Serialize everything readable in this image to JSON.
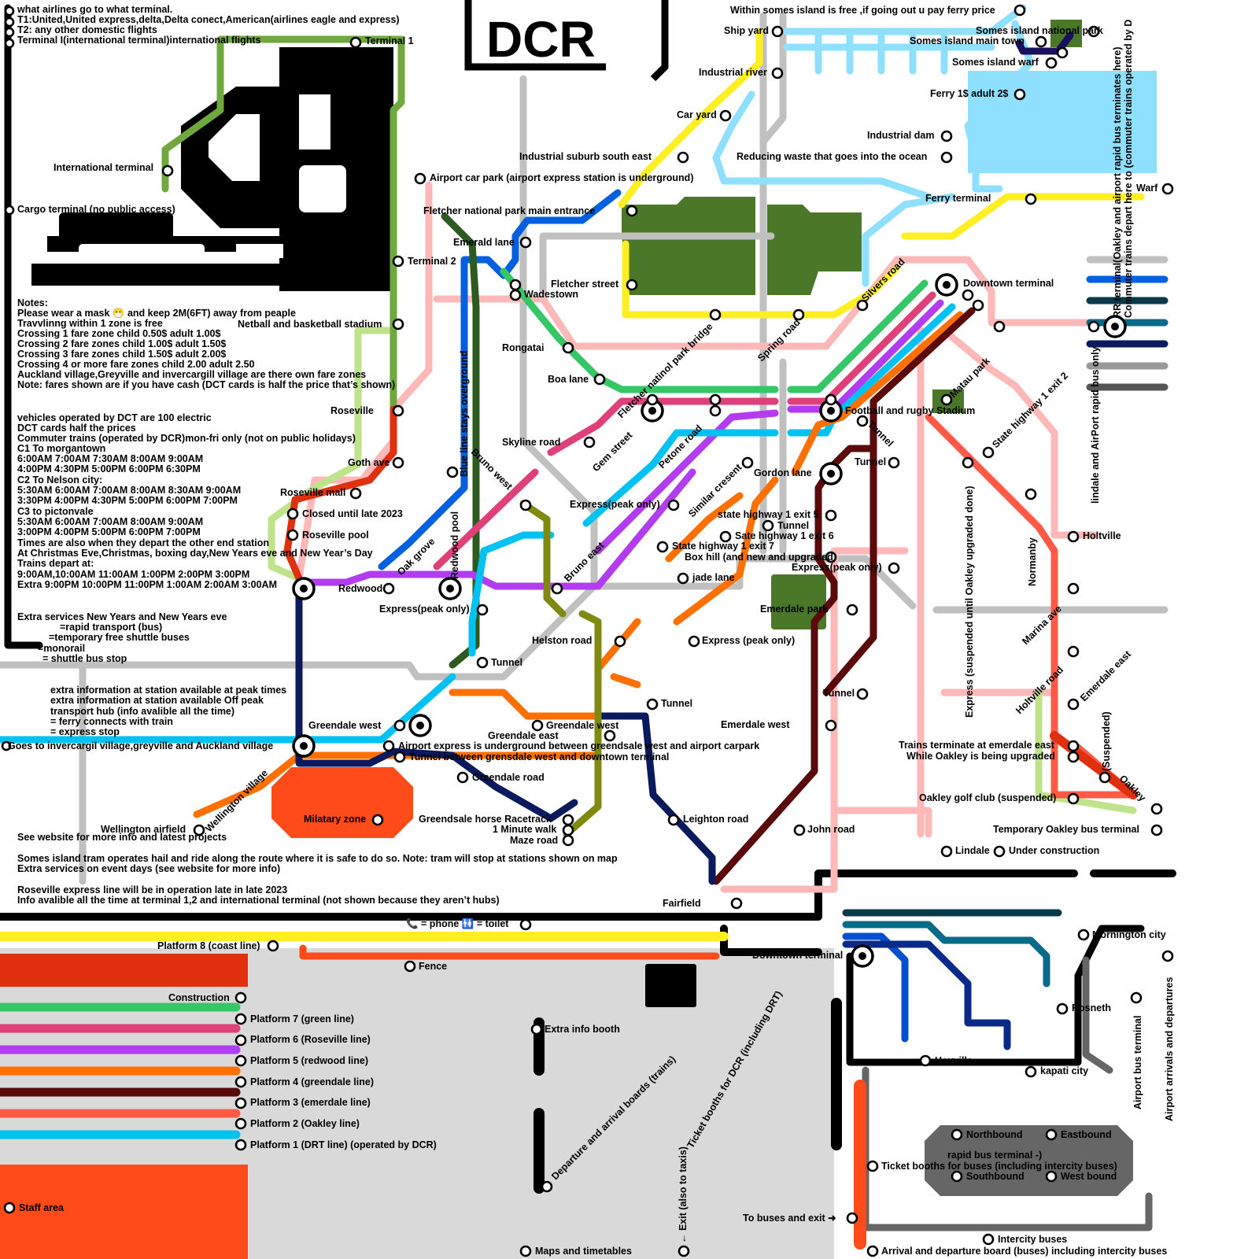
{
  "logo": {
    "text": "DCR",
    "colors": [
      "#000000",
      "#000000",
      "#ff4a26"
    ]
  },
  "colors": {
    "green_line": "#35c665",
    "roseville_line": "#e0407a",
    "redwood_line": "#b23cf0",
    "greendale_line": "#ff7000",
    "emerdale_line": "#5a0a0a",
    "oakley_line": "#ff5a45",
    "drt_line": "#00c2f2",
    "rapid_bus": "#ffb8b8",
    "shuttle": "#bfe38a",
    "monorail": "#0a1a60",
    "ferry": "#8fe0ff",
    "coast_line": "#ffee22",
    "blue_line": "#0060e0",
    "airport_express": "#70a840",
    "dark_green": "#2d5a1f",
    "grey_line": "#c0c0c0",
    "olive": "#808a10",
    "navy": "#0a1a5c",
    "construction": "#e03010",
    "zone": "#ff4a1a",
    "park": "#4a7828"
  },
  "notes": {
    "airlines": [
      "what airlines go to what terminal.",
      "T1:United,United express,delta,Delta conect,American(airlines eagle and express)",
      "T2: any other domestic flights",
      "Terminal I(international terminal)international flights"
    ],
    "fares": [
      "Notes:",
      "Please wear a mask 😷 and keep 2M(6FT) away from peaple",
      "Travvlinng within 1 zone is free",
      "Crossing 1 fare zone child 0.50$ adult 1.00$",
      "Crossing 2 fare zones child 1.00$ adult 1.50$",
      "Crossing 3 fare zones child 1.50$ adult 2.00$",
      "Crossing 4 or more fare zones child 2.00 adult 2.50",
      "Auckland village,Greyville and invercargill village are there own fare zones",
      "Note: fares shown are if you have cash (DCT cards is half the price that’s shown)"
    ],
    "timetable": [
      "vehicles operated by DCT are 100 electric",
      "DCT cards half the prices",
      "Commuter trains (operated by DCR)mon-fri only (not on public holidays)",
      "C1 To morgantown",
      "6:00AM 7:00AM 7:30AM 8:00AM 9:00AM",
      "4:00PM 4:30PM 5:00PM 6:00PM 6:30PM",
      "C2 To Nelson city:",
      "5:30AM 6:00AM 7:00AM 8:00AM 8:30AM 9:00AM",
      "3:30PM 4:00PM 4:30PM 5:00PM 6:00PM 7:00PM",
      "C3 to pictonvale",
      "5:30AM 6:00AM 7:00AM 8:00AM 9:00AM",
      "3:00PM 4:00PM 5:00PM 6:00PM 7:00PM",
      "Times are also when they depart the other end station",
      "At Christmas Eve,Christmas, boxing day,New Years eve and New Year’s Day",
      "Trains depart at:",
      "9:00AM,10:00AM 11:00AM 1:00PM 2:00PM 3:00PM",
      "Extra 9:00PM 10:00PM 11:00PM 1:00AM 2:00AM 3:00AM"
    ],
    "extra": [
      "Extra services New Years and New Years eve",
      "=rapid transport (bus)",
      "=temporary free shuttle buses",
      "=monorail",
      "= shuttle bus stop",
      "extra information at station available at peak times",
      "extra information at station available Off peak",
      "transport hub (info avalible all the time)",
      "= ferry connects with train",
      "= express stop"
    ],
    "bottom": [
      "See website for more info and latest projects",
      "Somes island tram operates hail and ride along the route where it is safe to do so. Note: tram will stop at stations shown on map",
      "Extra services on event days (see website for more info)",
      "Roseville express line will be in operation late in late 2023",
      "Info avalible all the time at terminal 1,2 and international terminal (not shown because they aren’t hubs)"
    ]
  },
  "labels": {
    "terminal1": "Terminal 1",
    "international_terminal": "International terminal",
    "cargo_terminal": "Cargo terminal (no public access)",
    "terminal2": "Terminal 2",
    "netball": "Netball and basketball stadium",
    "roseville": "Roseville",
    "goth_ave": "Goth ave",
    "roseville_mall": "Roseville mall",
    "closed_until": "Closed until late 2023",
    "roseville_pool": "Roseville pool",
    "redwood_left": "Redwood",
    "redwood_pool": "Redwood pool",
    "oak_grove": "Oak grove",
    "express_peak_only_1": "Express(peak only)",
    "tunnel_1": "Tunnel",
    "airport_car_park": "Airport car park (airport express station is underground)",
    "fletcher_np_entrance": "Fletcher national park main entrance",
    "emerald_lane": "Emerald lane",
    "wadestown": "Wadestown",
    "fletcher_street": "Fletcher street",
    "rongatai": "Rongatai",
    "boa_lane": "Boa lane",
    "skyline_road": "Skyline road",
    "blue_line_overground": "Blue line stays overground",
    "bruno_west": "Bruno west",
    "fletcher_bridge": "Fletcher natinol park bridge",
    "gem_street": "Gem street",
    "petone_road": "Petone road",
    "similar_cresent": "Similar cresent",
    "bruno_east": "Bruno east",
    "express_peak_only_2": "Express(peak only)",
    "helston_road": "Helston road",
    "express_peak_only_3": "Express (peak only)",
    "tunnel_2": "Tunnel",
    "greendale_west_left": "Greendale west",
    "greendale_west_right": "Greendale west",
    "greendale_east": "Greendale east",
    "airport_express_note": "Airport express is underground between greendsale west and airport carpark",
    "tunnel_between": "Tunnel between grensdale west and downtown terminal",
    "greendale_road": "Greendale road",
    "greendale_racetrack": "Greendsale horse Racetrack",
    "one_minute_walk": "1 Minute walk",
    "maze_road": "Maze road",
    "leighton_road": "Leighton road",
    "fairfield": "Fairfield",
    "wellington_airfield": "Wellington airfield",
    "wellington_village": "Wellington village",
    "military_zone": "Milatary zone",
    "invercargill": "Goes to invercargil village,greyville and Auckland village",
    "ship_yard": "Ship yard",
    "industrial_river": "Industrial river",
    "car_yard": "Car yard",
    "industrial_suburb": "Industrial suburb south east",
    "somes_free": "Within somes island is free ,if going out u pay ferry price",
    "somes_np": "Somes island national park",
    "somes_main": "Somes island main town",
    "somes_warf": "Somes island warf",
    "ferry_price": "Ferry 1$ adult 2$",
    "industrial_dam": "Industrial dam",
    "reducing_waste": "Reducing waste that goes into the ocean",
    "ferry_terminal": "Ferry terminal",
    "warf": "Warf",
    "silvers_road": "Silvers road",
    "spring_road": "Spring road",
    "downtown_terminal_top": "Downtown terminal",
    "rr_terminal": "RR terminal(Oakley and airport rapid bus terminates here)",
    "commuter_trains": "Commuter trains depart here to (commuter trains operated by D",
    "lindale_rapid": "lindale and AirPort rapid bus only",
    "football_stadium": "Football and rugby Stadium",
    "matau_park": "Matau park",
    "tunnel_3": "Tunnel",
    "tunnel_4": "Tunnel",
    "gordon_lane": "Gordon lane",
    "sh1_exit5": "state highway 1 exit 5",
    "tunnel_5": "Tunnel",
    "sh1_exit6": "Sate highway 1 exit 6",
    "sh1_exit7": "State highway 1 exit 7",
    "box_hill": "Box hill (and new and upgraded)",
    "jade_lane": "jade lane",
    "express_peak_only_4": "Express(peak only)",
    "emerdale_park": "Emerdale park",
    "tunnel_6": "Tunnel",
    "emerdale_west": "Emerdale west",
    "john_road": "John road",
    "sh1_exit2": "State highway 1 exit 2",
    "normanby": "Normanby",
    "holtville": "Holtville",
    "marina_ave": "Marina ave",
    "express_suspended": "Express (suspended until Oakley upgraded done)",
    "holtville_road": "Holtville road",
    "emerdale_east": "Emerdale east",
    "trains_terminate": "Trains terminate at emerdale east",
    "while_oakley": "While Oakley is being upgraded",
    "suspended": "(Suspended)",
    "oakley": "Oakley",
    "oakley_golf": "Oakley golf club (suspended)",
    "temp_oakley_bus": "Temporary Oakley bus terminal",
    "lindale": "Lindale",
    "under_construction": "Under construction",
    "phone_toilet": "📞 = phone 🚻 = toilet",
    "platform8": "Platform 8 (coast line)",
    "fence": "Fence",
    "construction": "Construction",
    "platform7": "Platform 7 (green line)",
    "platform6": "Platform 6 (Roseville line)",
    "platform5": "Platform 5 (redwood line)",
    "platform4": "Platform 4 (greendale line)",
    "platform3": "Platform 3 (emerdale line)",
    "platform2": "Platform 2 (Oakley line)",
    "platform1": "Platform 1 (DRT line) (operated by DCR)",
    "staff_area": "Staff area",
    "extra_info_booth": "Extra info booth",
    "departure_boards": "Departure and arrival boards (trains)",
    "ticket_booths_dcr": "Ticket booths for DCR (including DRT)",
    "exit_taxis": "← Exit  (also to taxis)",
    "maps_timetables": "Maps and timetables",
    "downtown_terminal_bottom": "Downtown terminal",
    "mornington_city": "Mornington city",
    "rosneth": "Rosneth",
    "hoxville": "Hoxville",
    "kapati_city": "kapati city",
    "airport_bus_terminal": "Airport bus terminal",
    "airport_arrivals": "Airport arrivals and departures",
    "northbound": "Northbound",
    "eastbound": "Eastbound",
    "rapid_bus_terminal": "rapid bus terminal -)",
    "ticket_booths_buses": "Ticket booths for buses (including intercity buses)",
    "southbound": "Southbound",
    "west_bound": "West bound",
    "to_buses_exit": "To buses and exit ➜",
    "intercity_buses": "Intercity buses",
    "arrival_board_buses": "Arrival and departure board (buses) including intercity buses"
  }
}
